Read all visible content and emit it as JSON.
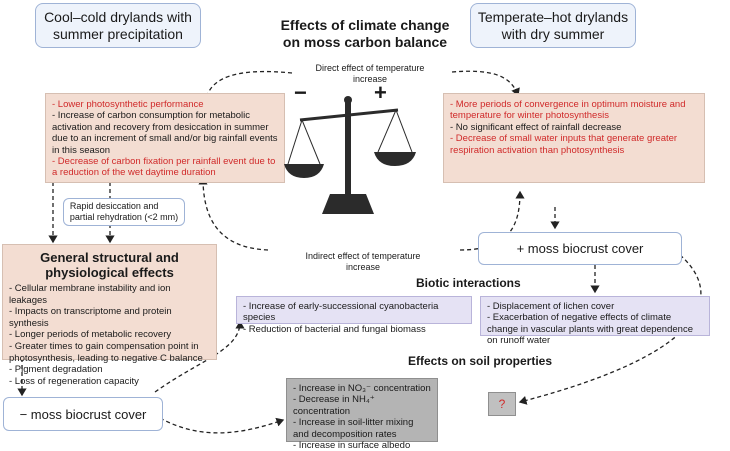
{
  "title": {
    "line1": "Effects of climate change",
    "line2": "on moss carbon balance"
  },
  "left_header": {
    "line1": "Cool–cold drylands with",
    "line2": "summer precipitation"
  },
  "right_header": {
    "line1": "Temperate–hot drylands",
    "line2": "with dry summer"
  },
  "direct_effect": {
    "line1": "Direct effect of temperature",
    "line2": "increase"
  },
  "indirect_effect": {
    "line1": "Indirect effect of temperature",
    "line2": "increase"
  },
  "balance": {
    "minus": "−",
    "plus": "+"
  },
  "left_box": {
    "red1": "- Lower photosynthetic performance",
    "black1": "- Increase of carbon consumption for metabolic activation and recovery from desiccation in summer due to an increment of small and/or  big  rainfall events in this season",
    "red2": "- Decrease of carbon fixation per rainfall event due to a reduction of the wet daytime duration"
  },
  "right_box": {
    "red1": "- More periods of convergence in optimum moisture and temperature for winter photosynthesis",
    "black1": "- No significant effect of rainfall decrease",
    "red2": "- Decrease of small water inputs that generate greater respiration activation than photosynthesis"
  },
  "rapid_box": {
    "line1": "Rapid desiccation and",
    "line2": "partial rehydration (<2 mm)"
  },
  "general_box": {
    "title1": "General structural and",
    "title2": "physiological effects",
    "items": [
      "- Cellular membrane instability and ion leakages",
      "- Impacts on transcriptome and protein synthesis",
      "- Longer periods of metabolic recovery",
      "- Greater times to gain compensation point in photosynthesis, leading to negative C balance",
      "- Pigment degradation",
      "- Loss of regeneration capacity"
    ]
  },
  "plus_moss": "+ moss biocrust cover",
  "minus_moss": "− moss biocrust cover",
  "biotic_title": "Biotic interactions",
  "biotic_left": [
    "- Increase of early-successional cyanobacteria species",
    "- Reduction of bacterial and fungal biomass"
  ],
  "biotic_right": [
    "- Displacement of lichen cover",
    "- Exacerbation of negative effects of climate change in vascular plants with great dependence on runoff water"
  ],
  "soil_title": "Effects on soil properties",
  "soil_box": [
    "- Increase in NO₃⁻ concentration",
    "- Decrease in NH₄⁺ concentration",
    "- Increase in soil-litter mixing and decomposition rates",
    "- Increase in surface albedo"
  ],
  "question": "?"
}
